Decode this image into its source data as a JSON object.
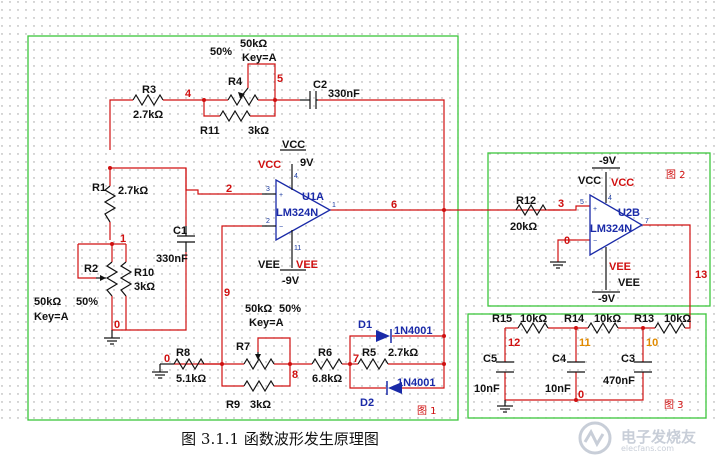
{
  "caption": "图 3.1.1 函数波形发生原理图",
  "watermark": {
    "text": "电子发烧友",
    "subtext": "elecfans.com"
  },
  "sections": [
    "图 1",
    "图 2",
    "图 3"
  ],
  "components": {
    "R3": "R3",
    "R3_val": "2.7kΩ",
    "R4": "R4",
    "R4_val": "50kΩ",
    "R4_pct": "50%",
    "R4_key": "Key=A",
    "R11": "R11",
    "R11_val": "3kΩ",
    "C2": "C2",
    "C2_val": "330nF",
    "R1": "R1",
    "R1_val": "2.7kΩ",
    "R2": "R2",
    "R2_val": "50kΩ",
    "R2_pct": "50%",
    "R2_key": "Key=A",
    "R10": "R10",
    "R10_val": "3kΩ",
    "C1": "C1",
    "C1_val": "330nF",
    "U1A": "U1A",
    "U1A_part": "LM324N",
    "R7": "R7",
    "R7_val": "50kΩ",
    "R7_pct": "50%",
    "R7_key": "Key=A",
    "R8": "R8",
    "R8_val": "5.1kΩ",
    "R9": "R9",
    "R9_val": "3kΩ",
    "R6": "R6",
    "R6_val": "6.8kΩ",
    "R5": "R5",
    "R5_val": "2.7kΩ",
    "D1": "D1",
    "D1_part": "1N4001",
    "D2": "D2",
    "D2_part": "1N4001",
    "R12": "R12",
    "R12_val": "20kΩ",
    "U2B": "U2B",
    "U2B_part": "LM324N",
    "R15": "R15",
    "R15_val": "10kΩ",
    "R14": "R14",
    "R14_val": "10kΩ",
    "R13": "R13",
    "R13_val": "10kΩ",
    "C5": "C5",
    "C5_val": "10nF",
    "C4": "C4",
    "C4_val": "10nF",
    "C3": "C3",
    "C3_val": "470nF"
  },
  "power": {
    "vcc": "VCC",
    "vee": "VEE",
    "vcc_v": "9V",
    "vee_v": "-9V"
  },
  "nets": [
    "4",
    "5",
    "2",
    "6",
    "1",
    "0",
    "9",
    "8",
    "7",
    "3",
    "13",
    "12",
    "11",
    "10"
  ],
  "pins": [
    "4",
    "3",
    "2",
    "1",
    "11",
    "5",
    "7"
  ]
}
